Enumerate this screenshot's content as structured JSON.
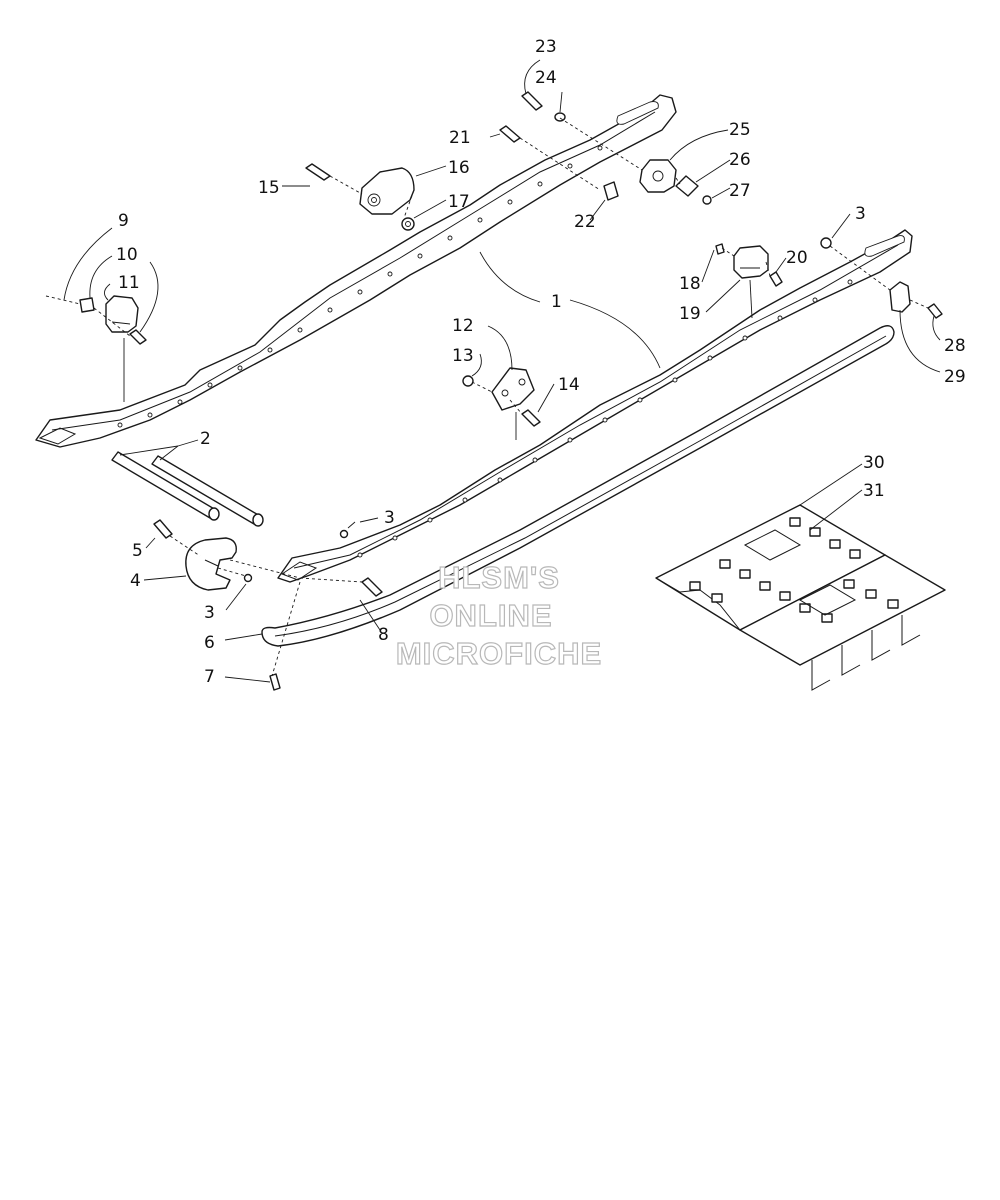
{
  "callouts": [
    "1",
    "2",
    "3",
    "4",
    "5",
    "6",
    "7",
    "8",
    "9",
    "10",
    "11",
    "12",
    "13",
    "14",
    "15",
    "16",
    "17",
    "18",
    "19",
    "20",
    "21",
    "22",
    "23",
    "24",
    "25",
    "26",
    "27",
    "28",
    "29",
    "30",
    "31"
  ],
  "watermark": {
    "line1": "HLSM'S",
    "line2": "ONLINE",
    "line3": "MICROFICHE"
  },
  "colors": {
    "ink": "#1a1a1a",
    "watermark_outline": "#b8b8b8",
    "background": "#ffffff"
  }
}
